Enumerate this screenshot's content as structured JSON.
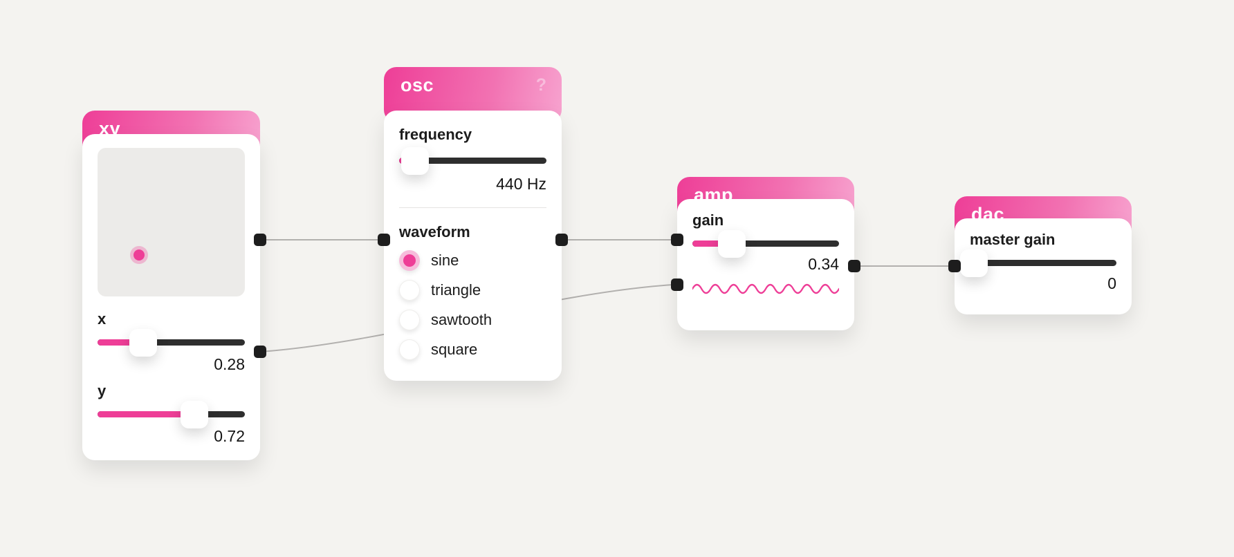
{
  "colors": {
    "background": "#f4f3f0",
    "accent": "#ee3e97",
    "accent_light": "#f7a3cf",
    "slider_track": "#2e2e2e",
    "port": "#1d1d1d",
    "wire": "#b2b0ae"
  },
  "nodes": {
    "xy": {
      "title": "xy",
      "pad": {
        "dot_style": "--dx:28%; --dy:72%"
      },
      "x": {
        "label": "x",
        "value": "0.28",
        "fill": "--p:28%"
      },
      "y": {
        "label": "y",
        "value": "0.72",
        "fill": "--p:63%"
      }
    },
    "osc": {
      "title": "osc",
      "help_icon": "?",
      "frequency": {
        "label": "frequency",
        "value": "440 Hz",
        "fill": "--p:8%"
      },
      "waveform": {
        "label": "waveform",
        "options": [
          {
            "label": "sine",
            "selected": true
          },
          {
            "label": "triangle",
            "selected": false
          },
          {
            "label": "sawtooth",
            "selected": false
          },
          {
            "label": "square",
            "selected": false
          }
        ]
      }
    },
    "amp": {
      "title": "amp",
      "gain": {
        "label": "gain",
        "value": "0.34",
        "fill": "--p:24%"
      }
    },
    "dac": {
      "title": "dac",
      "gain": {
        "label": "master gain",
        "value": "0",
        "fill": "--p:0%"
      }
    }
  }
}
